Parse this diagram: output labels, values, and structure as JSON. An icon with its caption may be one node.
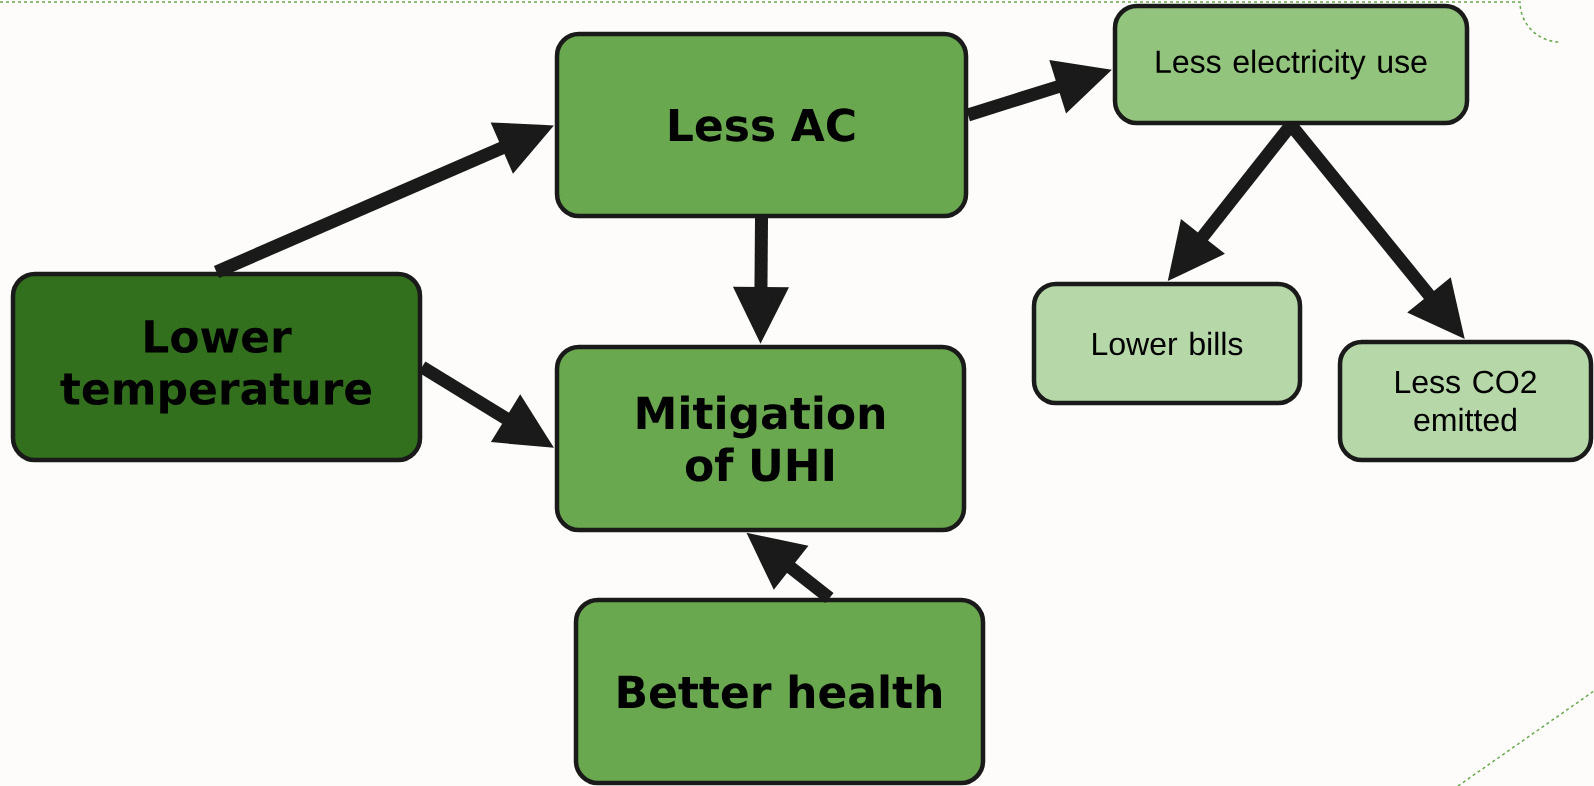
{
  "diagram": {
    "nodes": [
      {
        "text": [
          "Lower temperature"
        ]
      },
      {
        "text": [
          "Less AC"
        ]
      },
      {
        "text": [
          "Less electricity use"
        ]
      },
      {
        "text": [
          "Mitigation of UHI"
        ]
      },
      {
        "text": [
          "Lower bills"
        ]
      },
      {
        "text": [
          "Less CO2 emitted"
        ]
      },
      {
        "text": [
          "Better health"
        ]
      }
    ],
    "edges": [
      {
        "from": 0,
        "to": 1,
        "arrow": "to"
      },
      {
        "from": 0,
        "to": 3,
        "arrow": "to"
      },
      {
        "from": 1,
        "to": 2,
        "arrow": "to"
      },
      {
        "from": 1,
        "to": 3,
        "arrow": "to"
      },
      {
        "from": 2,
        "to": 4,
        "arrow": "to"
      },
      {
        "from": 2,
        "to": 5,
        "arrow": "to"
      },
      {
        "from": 6,
        "to": 3,
        "arrow": "to"
      }
    ]
  }
}
